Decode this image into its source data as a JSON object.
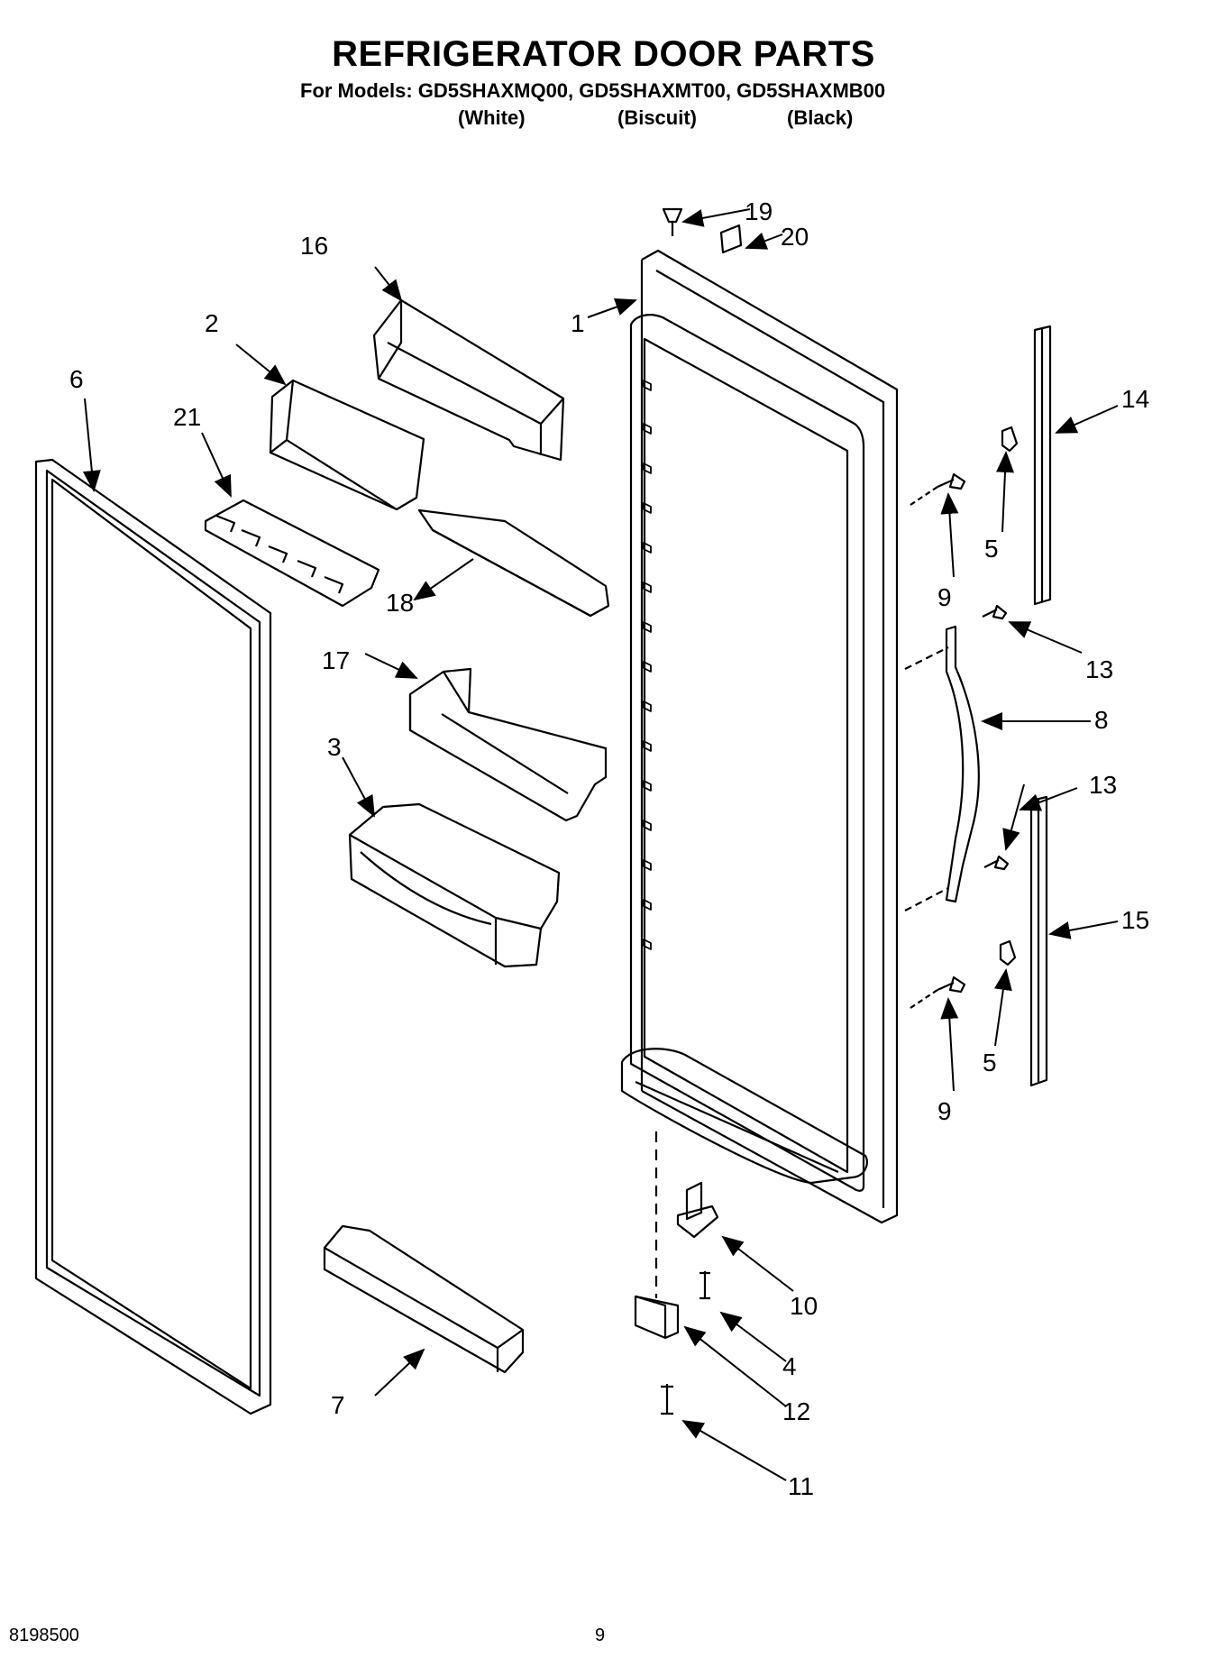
{
  "header": {
    "title": "REFRIGERATOR DOOR PARTS",
    "models_line": "For Models: GD5SHAXMQ00, GD5SHAXMT00, GD5SHAXMB00",
    "colors": [
      "(White)",
      "(Biscuit)",
      "(Black)"
    ]
  },
  "callouts": [
    "1",
    "2",
    "3",
    "4",
    "5",
    "5",
    "6",
    "7",
    "8",
    "9",
    "9",
    "10",
    "11",
    "12",
    "13",
    "13",
    "14",
    "15",
    "16",
    "17",
    "18",
    "19",
    "20",
    "21"
  ],
  "footer": {
    "part_number": "8198500",
    "page_number": "9"
  }
}
